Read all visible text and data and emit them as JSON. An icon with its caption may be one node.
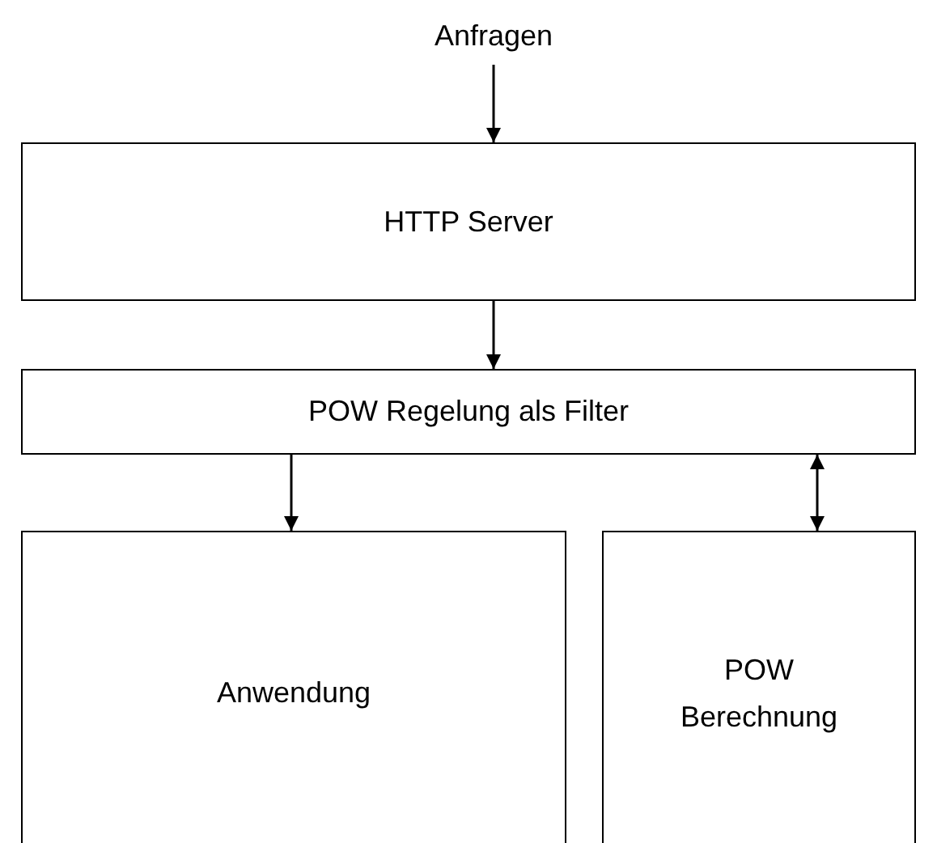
{
  "diagram": {
    "nodes": [
      {
        "text": [
          "Anfragen"
        ]
      },
      {
        "text": [
          "HTTP Server"
        ]
      },
      {
        "text": [
          "POW Regelung als Filter"
        ]
      },
      {
        "text": [
          "Anwendung"
        ]
      },
      {
        "text": [
          "POW Berechnung"
        ]
      }
    ],
    "edges": [
      {
        "from": 0,
        "to": 1,
        "arrow": "to"
      },
      {
        "from": 1,
        "to": 2,
        "arrow": "to"
      },
      {
        "from": 2,
        "to": 3,
        "arrow": "to"
      },
      {
        "from": 2,
        "to": 4,
        "arrow": "both"
      }
    ]
  }
}
